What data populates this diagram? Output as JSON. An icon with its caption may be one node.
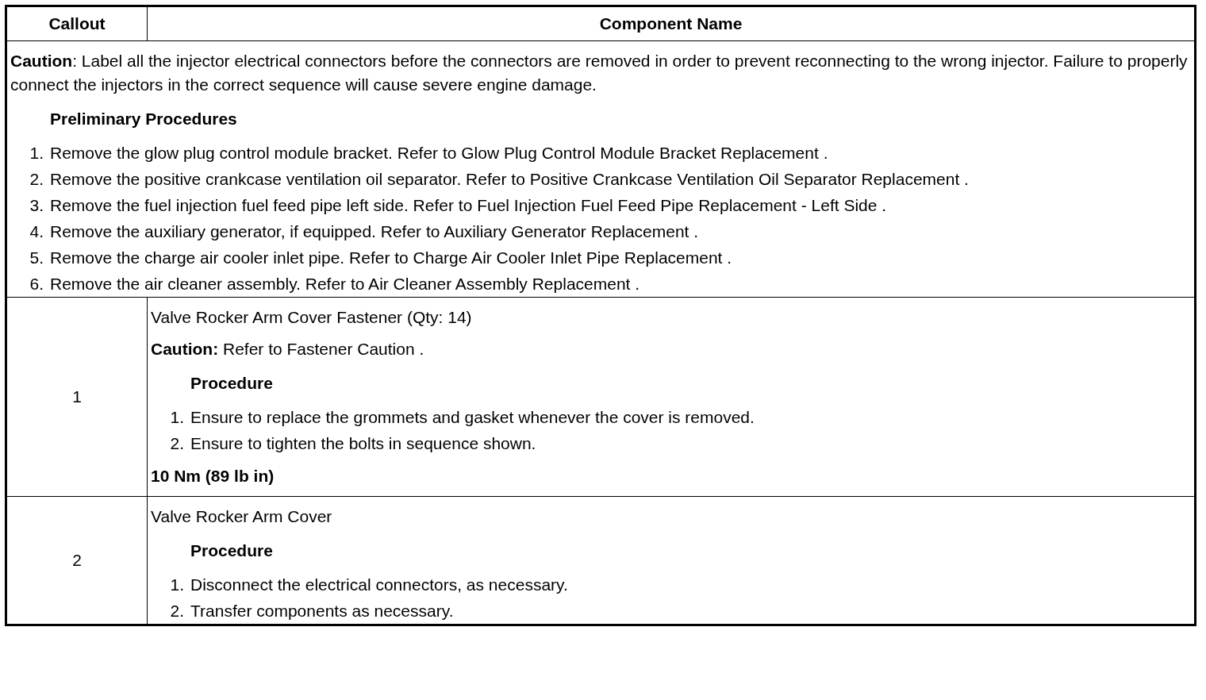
{
  "diagram": {
    "labels": [
      "Callout",
      "Component Name",
      "**Caution**: Label all the injector electrical connectors before the connectors are removed in order to prevent reconnecting to the wrong injector. Failure to properly connect the injectors in the correct sequence will cause severe engine damage.",
      "Preliminary Procedures",
      "1.",
      "Remove the glow plug control module bracket. Refer to Glow Plug Control Module Bracket Replacement .",
      "2.",
      "Remove the positive crankcase ventilation oil separator. Refer to Positive Crankcase Ventilation Oil Separator Replacement .",
      "3.",
      "Remove the fuel injection fuel feed pipe left side. Refer to Fuel Injection Fuel Feed Pipe Replacement - Left Side .",
      "4.",
      "Remove the auxiliary generator, if equipped. Refer to Auxiliary Generator Replacement .",
      "5.",
      "Remove the charge air cooler inlet pipe. Refer to Charge Air Cooler Inlet Pipe Replacement .",
      "6.",
      "Remove the air cleaner assembly. Refer to Air Cleaner Assembly Replacement .",
      "1",
      "Valve Rocker Arm Cover Fastener (Qty: 14)",
      "**Caution:** Refer to Fastener Caution .",
      "Procedure",
      "1.",
      "Ensure to replace the grommets and gasket whenever the cover is removed.",
      "2.",
      "Ensure to tighten the bolts in sequence shown.",
      "10 Nm (89 lb in)",
      "2",
      "Valve Rocker Arm Cover",
      "Procedure",
      "1.",
      "Disconnect the electrical connectors, as necessary.",
      "2.",
      "Transfer components as necessary."
    ]
  }
}
